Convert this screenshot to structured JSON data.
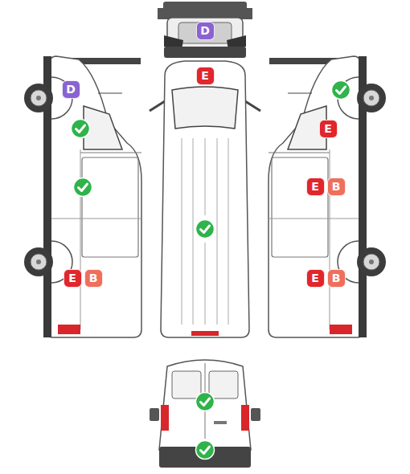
{
  "diagram": {
    "nodes": [
      {
        "text": [
          "D"
        ]
      },
      {
        "text": [
          "E"
        ]
      },
      {
        "text": [
          "D"
        ]
      },
      {
        "text": [
          "E"
        ]
      },
      {
        "text": [
          "E"
        ]
      },
      {
        "text": [
          "B"
        ]
      },
      {
        "text": [
          "E"
        ]
      },
      {
        "text": [
          "B"
        ]
      },
      {
        "text": [
          "E"
        ]
      },
      {
        "text": [
          "B"
        ]
      }
    ]
  }
}
